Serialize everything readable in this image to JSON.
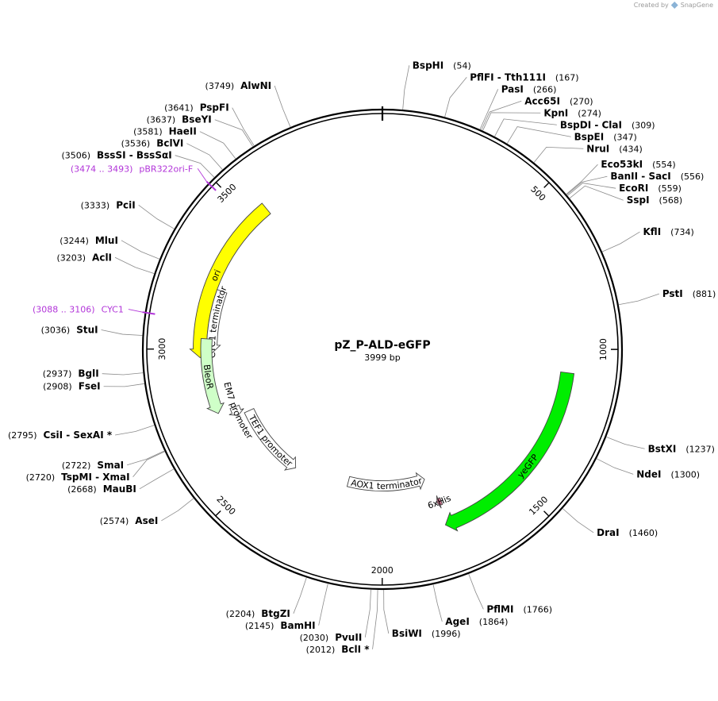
{
  "credit": {
    "prefix": "Created by",
    "brand": "SnapGene"
  },
  "map": {
    "name": "pZ_P-ALD-eGFP",
    "length_label": "3999 bp",
    "total_bp": 3999,
    "ticks": [
      {
        "bp": 500,
        "label": "500"
      },
      {
        "bp": 1000,
        "label": "1000"
      },
      {
        "bp": 1500,
        "label": "1500"
      },
      {
        "bp": 2000,
        "label": "2000"
      },
      {
        "bp": 2500,
        "label": "2500"
      },
      {
        "bp": 3000,
        "label": "3000"
      },
      {
        "bp": 3500,
        "label": "3500"
      }
    ],
    "features": [
      {
        "name": "ori",
        "start": 2970,
        "end": 3560,
        "dir": "ccw",
        "color": "#ffff00",
        "text_dark": true
      },
      {
        "name": "CYC1 terminator",
        "start": 2985,
        "end": 3220,
        "dir": "ccw",
        "color": "#ffffff"
      },
      {
        "name": "yeGFP",
        "start": 1080,
        "end": 1780,
        "dir": "cw",
        "color": "#00ee00"
      },
      {
        "name": "BleoR",
        "start": 2762,
        "end": 3037,
        "dir": "ccw",
        "color": "#cfffc8"
      },
      {
        "name": "EM7 promoter",
        "start": 2726,
        "end": 2763,
        "dir": "ccw",
        "color": "#ffffff"
      },
      {
        "name": "TEF1 promoter",
        "start": 2402,
        "end": 2725,
        "dir": "ccw",
        "color": "#ffffff"
      },
      {
        "name": "AOX1 terminator",
        "start": 1800,
        "end": 2160,
        "dir": "ccw",
        "color": "#ffffff"
      },
      {
        "name": "6xHis",
        "start": 1764,
        "end": 1781,
        "dir": "cw",
        "color": "#c8748e"
      }
    ],
    "enzymes": [
      {
        "name": "BspHI",
        "pos": "(54)",
        "bp": 54
      },
      {
        "name": "PflFI  - Tth111I",
        "pos": "(167)",
        "bp": 167
      },
      {
        "name": "PasI",
        "pos": "(266)",
        "bp": 266
      },
      {
        "name": "Acc65I",
        "pos": "(270)",
        "bp": 270
      },
      {
        "name": "KpnI",
        "pos": "(274)",
        "bp": 274
      },
      {
        "name": "BspDI  - ClaI",
        "pos": "(309)",
        "bp": 309
      },
      {
        "name": "BspEI",
        "pos": "(347)",
        "bp": 347
      },
      {
        "name": "NruI",
        "pos": "(434)",
        "bp": 434
      },
      {
        "name": "Eco53kI",
        "pos": "(554)",
        "bp": 554
      },
      {
        "name": "BanII  - SacI",
        "pos": "(556)",
        "bp": 556
      },
      {
        "name": "EcoRI",
        "pos": "(559)",
        "bp": 559
      },
      {
        "name": "SspI",
        "pos": "(568)",
        "bp": 568
      },
      {
        "name": "KflI",
        "pos": "(734)",
        "bp": 734
      },
      {
        "name": "PstI",
        "pos": "(881)",
        "bp": 881
      },
      {
        "name": "BstXI",
        "pos": "(1237)",
        "bp": 1237
      },
      {
        "name": "NdeI",
        "pos": "(1300)",
        "bp": 1300
      },
      {
        "name": "DraI",
        "pos": "(1460)",
        "bp": 1460
      },
      {
        "name": "PflMI",
        "pos": "(1766)",
        "bp": 1766
      },
      {
        "name": "AgeI",
        "pos": "(1864)",
        "bp": 1864
      },
      {
        "name": "BsiWI",
        "pos": "(1996)",
        "bp": 1996
      },
      {
        "name": "BclI *",
        "pos": "(2012)",
        "bp": 2012
      },
      {
        "name": "PvuII",
        "pos": "(2030)",
        "bp": 2030
      },
      {
        "name": "BamHI",
        "pos": "(2145)",
        "bp": 2145
      },
      {
        "name": "BtgZI",
        "pos": "(2204)",
        "bp": 2204
      },
      {
        "name": "AseI",
        "pos": "(2574)",
        "bp": 2574
      },
      {
        "name": "MauBI",
        "pos": "(2668)",
        "bp": 2668
      },
      {
        "name": "TspMI  - XmaI",
        "pos": "(2720)",
        "bp": 2720
      },
      {
        "name": "SmaI",
        "pos": "(2722)",
        "bp": 2722
      },
      {
        "name": "CsiI  - SexAI *",
        "pos": "(2795)",
        "bp": 2795
      },
      {
        "name": "FseI",
        "pos": "(2908)",
        "bp": 2908
      },
      {
        "name": "BglI",
        "pos": "(2937)",
        "bp": 2937
      },
      {
        "name": "StuI",
        "pos": "(3036)",
        "bp": 3036
      },
      {
        "name": "AclI",
        "pos": "(3203)",
        "bp": 3203
      },
      {
        "name": "MluI",
        "pos": "(3244)",
        "bp": 3244
      },
      {
        "name": "PciI",
        "pos": "(3333)",
        "bp": 3333
      },
      {
        "name": "BssSI  - BssSαI",
        "pos": "(3506)",
        "bp": 3506
      },
      {
        "name": "BclVI",
        "pos": "(3536)",
        "bp": 3536
      },
      {
        "name": "HaeII",
        "pos": "(3581)",
        "bp": 3581
      },
      {
        "name": "BseYI",
        "pos": "(3637)",
        "bp": 3637
      },
      {
        "name": "PspFI",
        "pos": "(3641)",
        "bp": 3641
      },
      {
        "name": "AlwNI",
        "pos": "(3749)",
        "bp": 3749
      }
    ],
    "primers": [
      {
        "name": "pBR322ori-F",
        "pos": "(3474 .. 3493)",
        "bp": 3484
      },
      {
        "name": "CYC1",
        "pos": "(3088 .. 3106)",
        "bp": 3097
      }
    ],
    "colors": {
      "backbone": "#000000",
      "primer": "#b235d9",
      "leader": "#8a8a8a"
    }
  }
}
